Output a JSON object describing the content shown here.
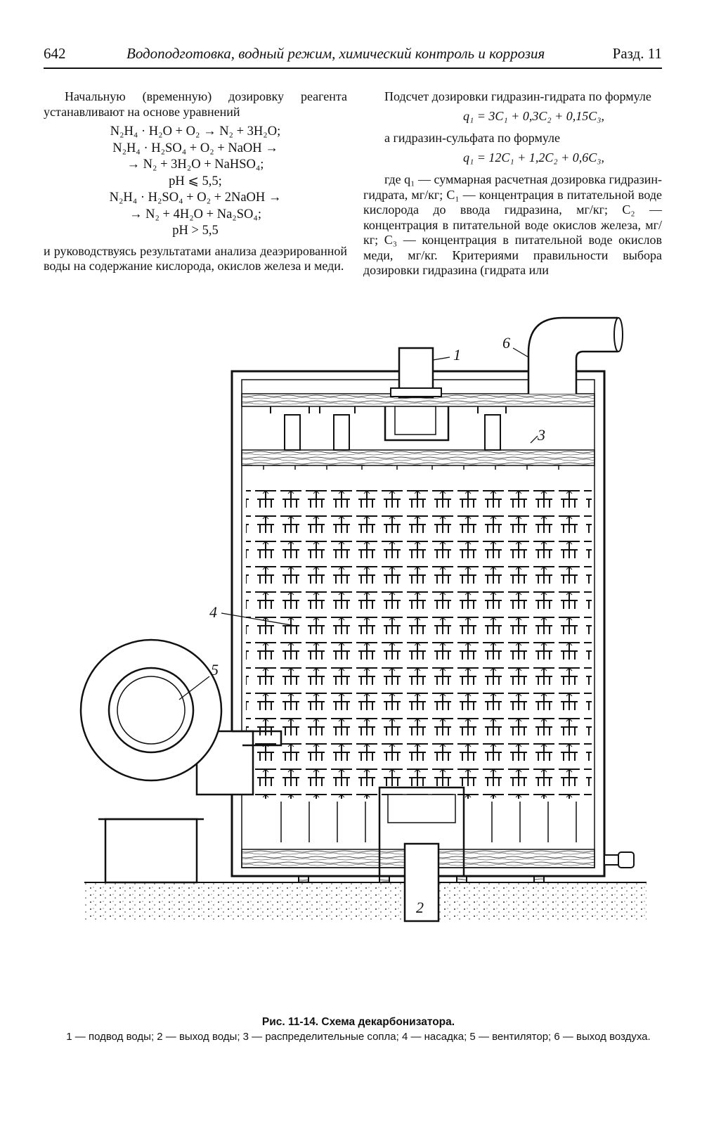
{
  "header": {
    "page_number": "642",
    "running_title": "Водоподготовка, водный режим, химический контроль и коррозия",
    "section": "Разд. 11"
  },
  "left_column": {
    "intro": "Начальную (временную) дозировку реагента устанавливают на основе уравнений",
    "equations": [
      "N₂H₄ · H₂O + O₂ → N₂ + 3H₂O;",
      "N₂H₄ · H₂SO₄ + O₂ + NaOH →",
      "→ N₂ + 3H₂O + NaHSO₄;",
      "pH ⩽ 5,5;",
      "N₂H₄ · H₂SO₄ + O₂ + 2NaOH →",
      "→ N₂ + 4H₂O + Na₂SO₄;",
      "pH > 5,5"
    ],
    "outro": "и руководствуясь результатами анализа деаэрированной воды на содержание кислорода, окислов железа и меди."
  },
  "right_column": {
    "p1": "Подсчет дозировки гидразин-гидрата по формуле",
    "f1": "q₁ = 3C₁ + 0,3C₂ + 0,15C₃,",
    "p2": "а гидразин-сульфата по формуле",
    "f2": "q₁ = 12C₁ + 1,2C₂ + 0,6C₃,",
    "p3": "где q₁ — суммарная расчетная дозировка гидразин-гидрата, мг/кг; C₁ — концентрация в питательной воде кислорода до ввода гидразина, мг/кг; C₂ — концентрация в питательной воде окислов железа, мг/кг; C₃ — концентрация в питательной воде окислов меди, мг/кг. Критериями правильности выбора дозировки гидразина (гидрата или"
  },
  "figure": {
    "labels": [
      "1",
      "2",
      "3",
      "4",
      "5",
      "6"
    ],
    "caption_title": "Рис. 11-14. Схема декарбонизатора.",
    "caption_legend": "1 — подвод воды; 2 — выход воды; 3 — распределительные сопла; 4 — насадка; 5 — вентилятор; 6 — выход воздуха."
  }
}
